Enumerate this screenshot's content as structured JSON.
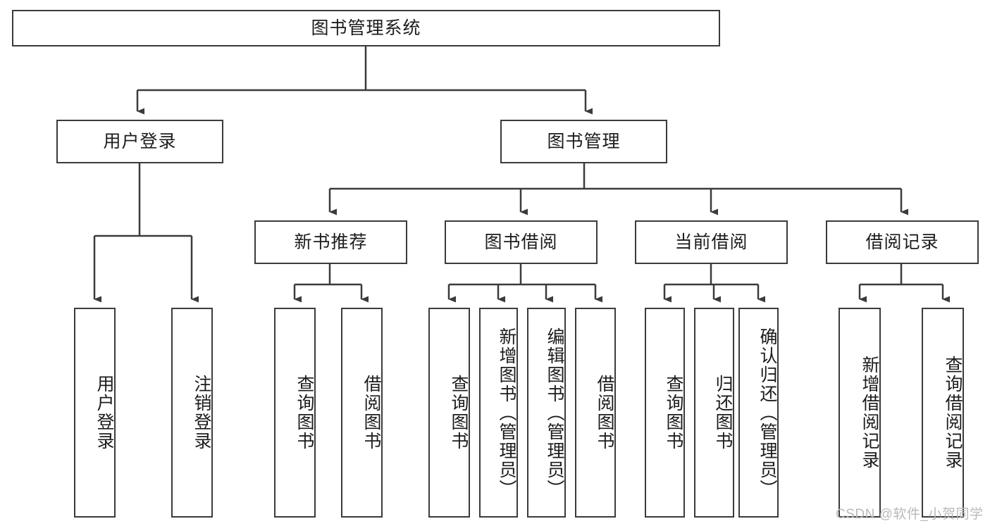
{
  "diagram": {
    "type": "tree",
    "title": "图书管理系统",
    "root": {
      "label": "图书管理系统"
    },
    "level2": [
      {
        "label": "用户登录"
      },
      {
        "label": "图书管理"
      }
    ],
    "level3": [
      {
        "label": "新书推荐"
      },
      {
        "label": "图书借阅"
      },
      {
        "label": "当前借阅"
      },
      {
        "label": "借阅记录"
      }
    ],
    "leaves": {
      "user_login": [
        {
          "label": "用户登录"
        },
        {
          "label": "注销登录"
        }
      ],
      "new_book_recommend": [
        {
          "label": "查询图书"
        },
        {
          "label": "借阅图书"
        }
      ],
      "book_borrow": [
        {
          "label": "查询图书"
        },
        {
          "label": "新增图书（管理员）"
        },
        {
          "label": "编辑图书（管理员）"
        },
        {
          "label": "借阅图书"
        }
      ],
      "current_borrow": [
        {
          "label": "查询图书"
        },
        {
          "label": "归还图书"
        },
        {
          "label": "确认归还（管理员）"
        }
      ],
      "borrow_record": [
        {
          "label": "新增借阅记录"
        },
        {
          "label": "查询借阅记录"
        }
      ]
    }
  },
  "watermark": {
    "text": "CSDN @软件_小贺同学"
  },
  "colors": {
    "stroke": "#3b3b3b",
    "background": "#ffffff",
    "text": "#1c1c1c",
    "watermark": "#b9b9b9"
  }
}
